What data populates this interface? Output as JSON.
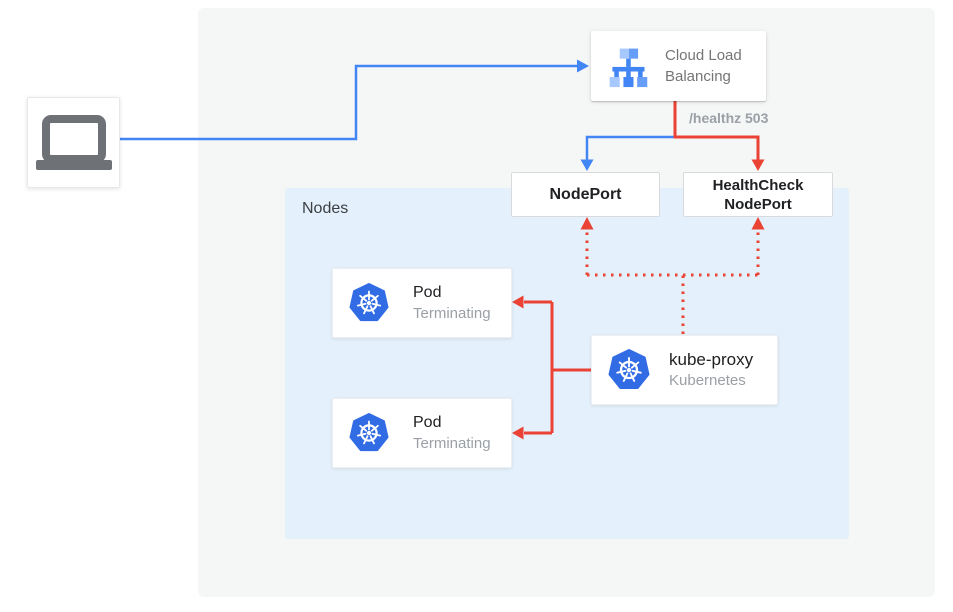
{
  "diagram": {
    "nodes_panel_label": "Nodes",
    "clb": {
      "line1": "Cloud Load",
      "line2": "Balancing"
    },
    "healthz_label": "/healthz 503",
    "nodeport_label": "NodePort",
    "healthcheck_nodeport": {
      "line1": "HealthCheck",
      "line2": "NodePort"
    },
    "pods": [
      {
        "title": "Pod",
        "status": "Terminating"
      },
      {
        "title": "Pod",
        "status": "Terminating"
      }
    ],
    "kube_proxy": {
      "title": "kube-proxy",
      "subtitle": "Kubernetes"
    },
    "colors": {
      "traffic_blue": "#4285F4",
      "healthcheck_red": "#EA4335",
      "outer_panel_gray": "#F5F6F6",
      "nodes_panel_blue": "#E4F1FC",
      "kubernetes_blue": "#326CE5",
      "dark_text": "#202124",
      "muted_text": "#9AA0A6",
      "clb_text": "#757575"
    }
  }
}
